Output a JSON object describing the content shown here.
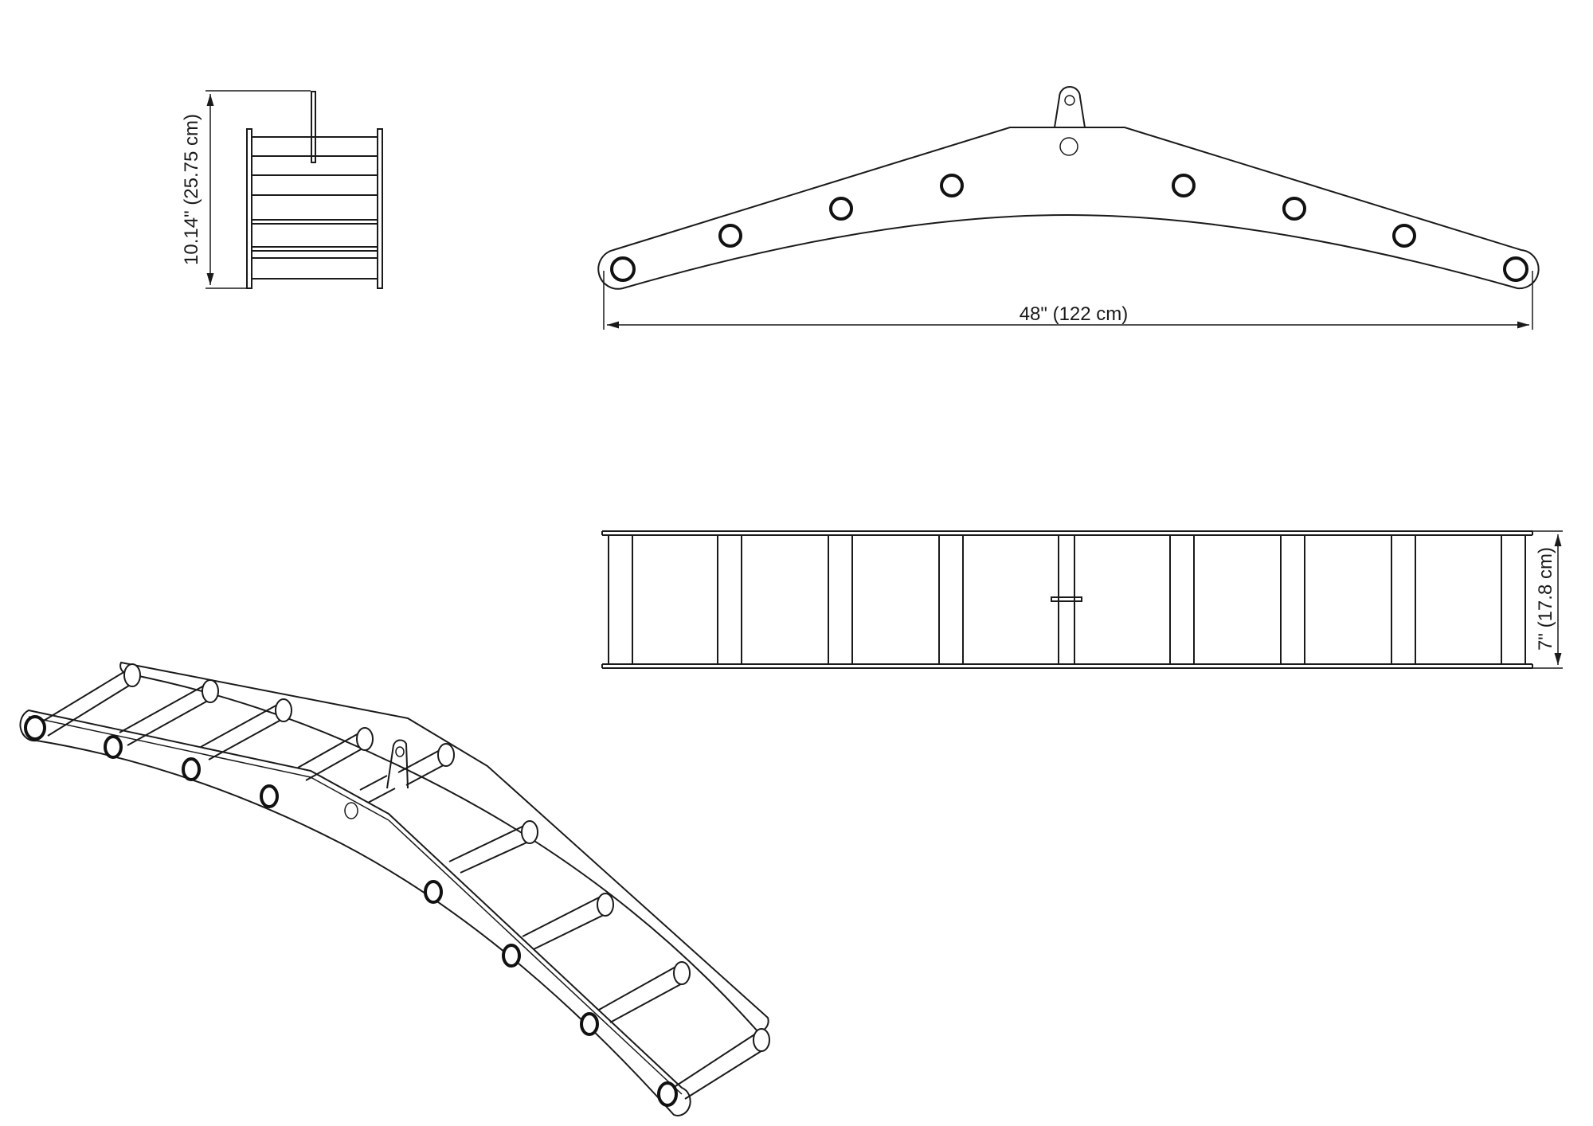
{
  "dimensions": {
    "height_label": "10.14\" (25.75 cm)",
    "length_label": "48\" (122 cm)",
    "width_label": "7\" (17.8 cm)"
  }
}
